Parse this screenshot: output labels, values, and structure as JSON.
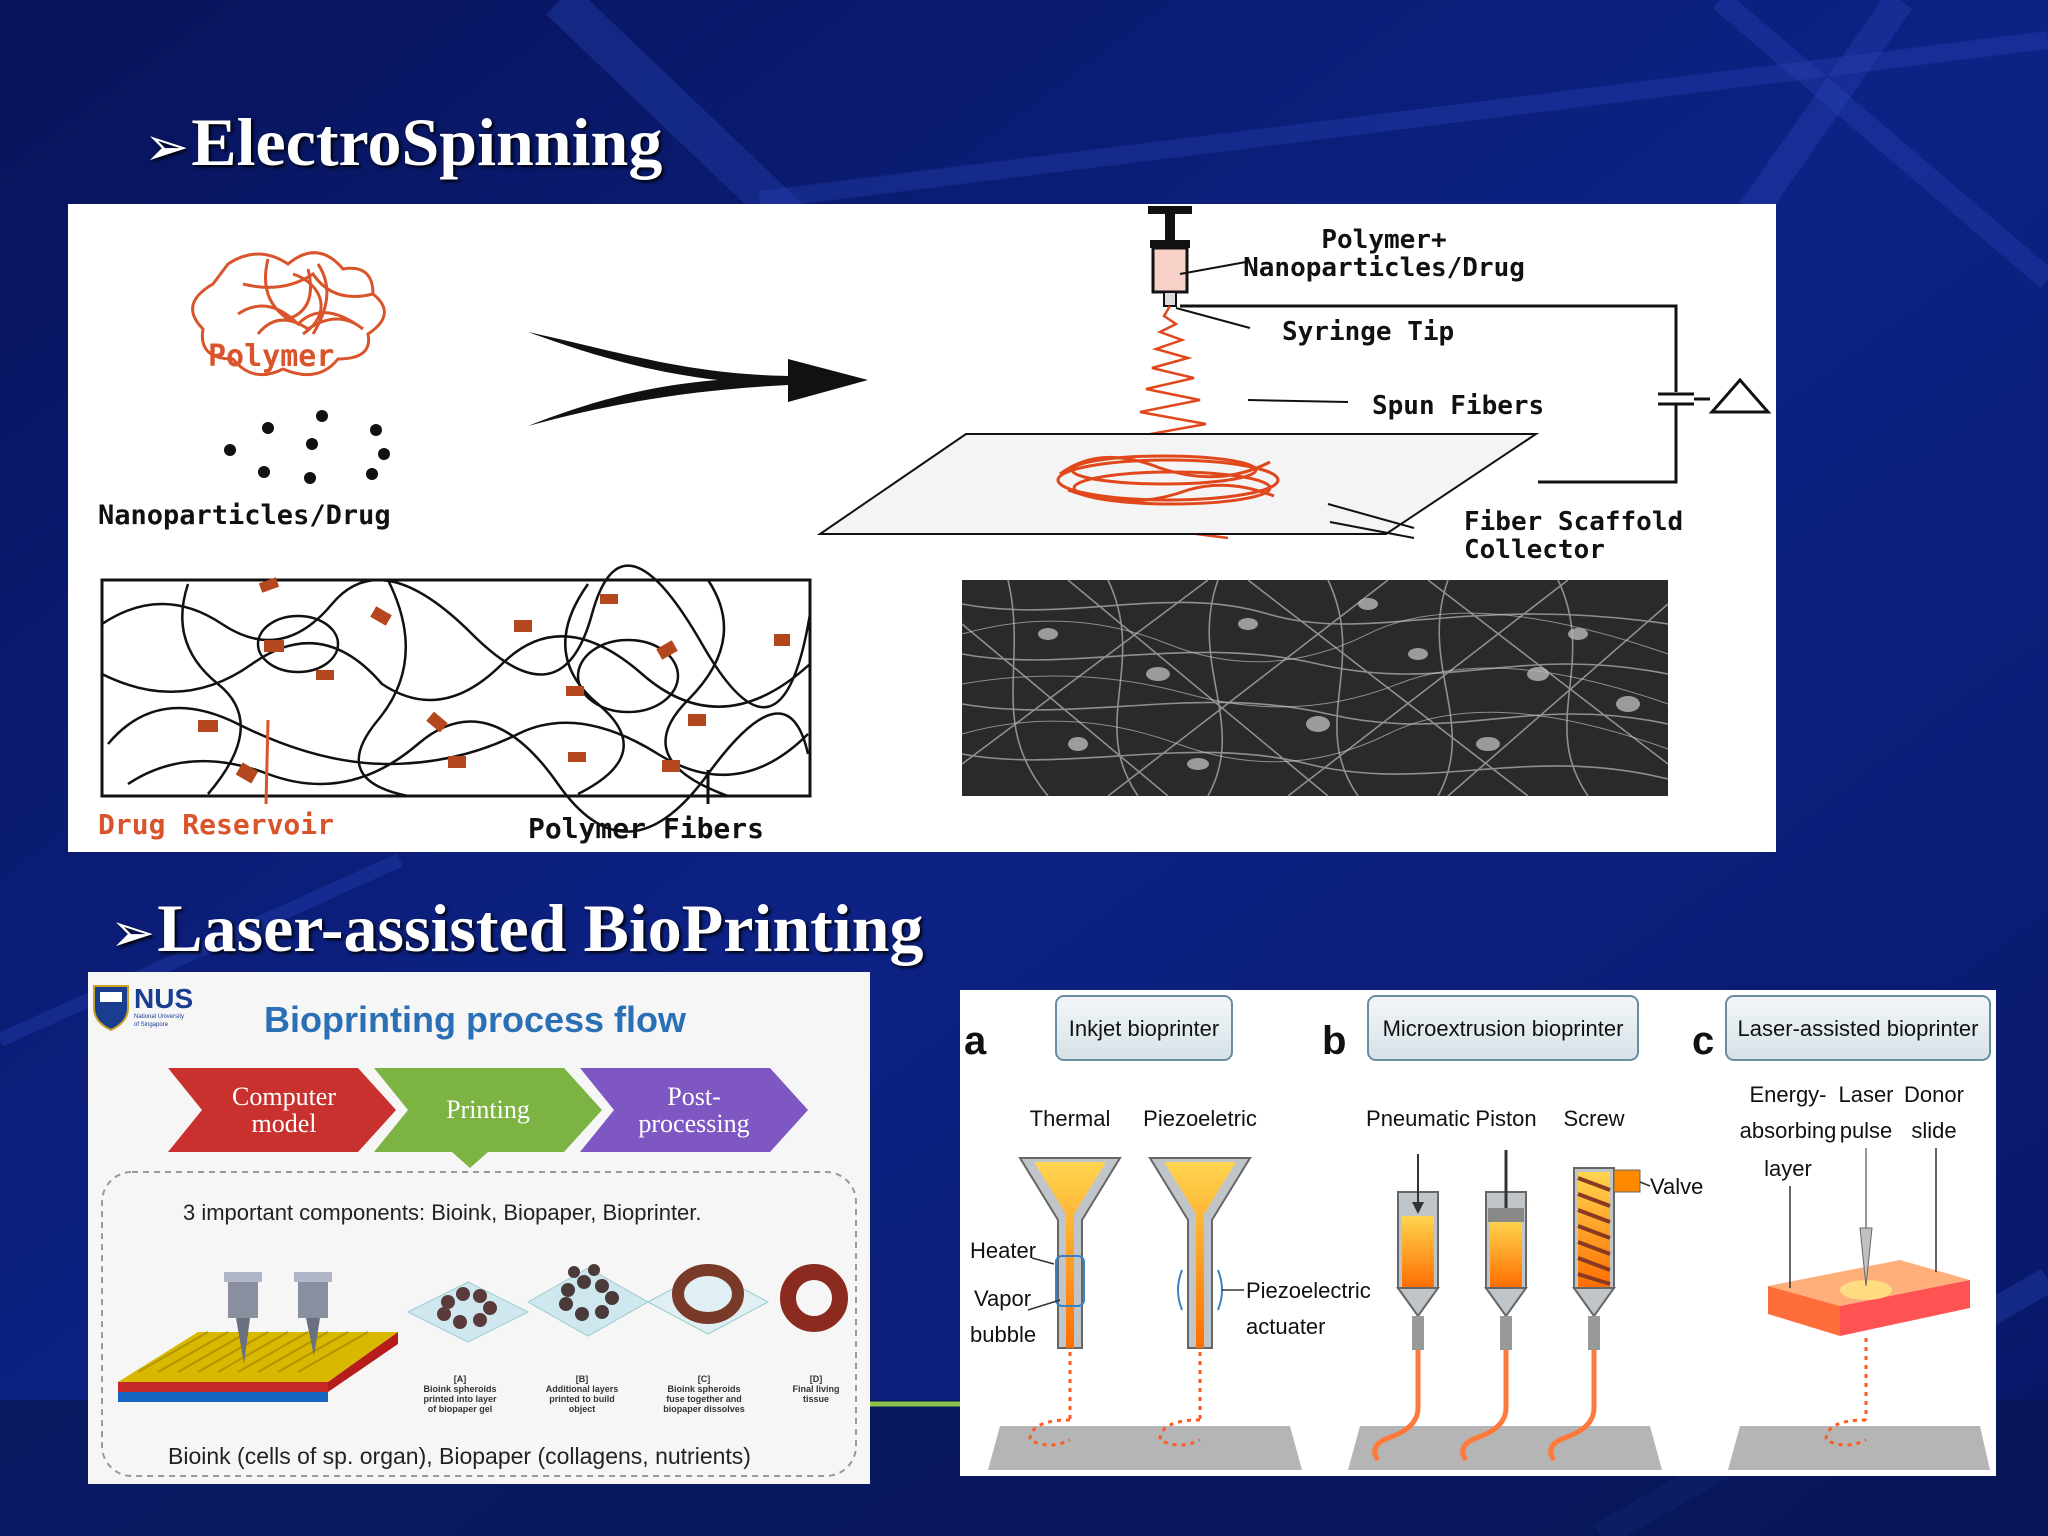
{
  "slide": {
    "heading_electrospinning": "ElectroSpinning",
    "heading_bioprinting": "Laser-assisted BioPrinting",
    "bullet_glyph": "➢"
  },
  "electrospinning": {
    "polymer": "Polymer",
    "nanoparticles": "Nanoparticles/Drug",
    "syringe_label_1": "Polymer+",
    "syringe_label_2": "Nanoparticles/Drug",
    "syringe_tip": "Syringe Tip",
    "spun_fibers": "Spun Fibers",
    "collector_1": "Fiber Scaffold",
    "collector_2": "Collector",
    "drug_reservoir": "Drug Reservoir",
    "polymer_fibers": "Polymer Fibers"
  },
  "process_flow": {
    "logo": "NUS",
    "logo_sub_1": "National University",
    "logo_sub_2": "of Singapore",
    "title": "Bioprinting process flow",
    "steps": [
      {
        "line1": "Computer",
        "line2": "model",
        "color": "#c8312e"
      },
      {
        "line1": "Printing",
        "line2": "",
        "color": "#7cb342"
      },
      {
        "line1": "Post-",
        "line2": "processing",
        "color": "#7e57c2"
      }
    ],
    "components": "3 important components: Bioink, Biopaper, Bioprinter.",
    "captions": [
      {
        "tag": "[A]",
        "l1": "Bioink spheroids",
        "l2": "printed into layer",
        "l3": "of biopaper gel"
      },
      {
        "tag": "[B]",
        "l1": "Additional layers",
        "l2": "printed to build",
        "l3": "object"
      },
      {
        "tag": "[C]",
        "l1": "Bioink spheroids",
        "l2": "fuse together and",
        "l3": "biopaper dissolves"
      },
      {
        "tag": "[D]",
        "l1": "Final living",
        "l2": "tissue",
        "l3": ""
      }
    ],
    "footer": "Bioink (cells of sp. organ), Biopaper (collagens, nutrients)"
  },
  "bioprinters": {
    "a_letter": "a",
    "a_title": "Inkjet bioprinter",
    "a_thermal": "Thermal",
    "a_piezo": "Piezoeletric",
    "a_heater": "Heater",
    "a_vapor_1": "Vapor",
    "a_vapor_2": "bubble",
    "a_piezo_act_1": "Piezoelectric",
    "a_piezo_act_2": "actuater",
    "b_letter": "b",
    "b_title": "Microextrusion bioprinter",
    "b_pneumatic": "Pneumatic",
    "b_piston": "Piston",
    "b_screw": "Screw",
    "b_valve": "Valve",
    "c_letter": "c",
    "c_title": "Laser-assisted bioprinter",
    "c_energy_1": "Energy-",
    "c_energy_2": "absorbing",
    "c_energy_3": "layer",
    "c_laser_1": "Laser",
    "c_laser_2": "pulse",
    "c_donor_1": "Donor",
    "c_donor_2": "slide"
  },
  "colors": {
    "background": "#0a1a6e",
    "fiber_orange": "#e0481c",
    "drug_brown": "#b5471e",
    "flow_title": "#2b6fb5"
  }
}
